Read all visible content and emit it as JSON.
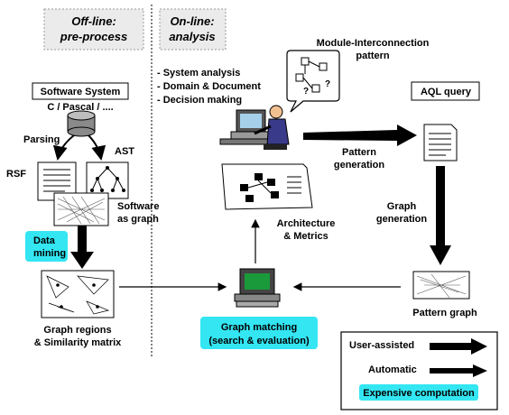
{
  "headers": {
    "offline_line1": "Off-line:",
    "offline_line2": "pre-process",
    "online_line1": "On-line:",
    "online_line2": "analysis"
  },
  "software_system": {
    "title": "Software System",
    "languages": "C / Pascal / ....",
    "parsing": "Parsing",
    "ast": "AST",
    "rsf": "RSF",
    "as_graph_1": "Software",
    "as_graph_2": "as graph",
    "data_mining_1": "Data",
    "data_mining_2": "mining",
    "regions_1": "Graph regions",
    "regions_2": "& Similarity matrix"
  },
  "online": {
    "activities": [
      "- System analysis",
      "- Domain & Document",
      "- Decision making"
    ],
    "module_pattern_1": "Module-Interconnection",
    "module_pattern_2": "pattern",
    "aql_query": "AQL query",
    "pattern_gen_1": "Pattern",
    "pattern_gen_2": "generation",
    "graph_gen_1": "Graph",
    "graph_gen_2": "generation",
    "pattern_graph": "Pattern graph",
    "arch_1": "Architecture",
    "arch_2": "& Metrics",
    "matching_1": "Graph matching",
    "matching_2": "(search & evaluation)"
  },
  "legend": {
    "user_assisted": "User-assisted",
    "automatic": "Automatic",
    "expensive": "Expensive computation"
  },
  "colors": {
    "highlight": "#33e6f2",
    "ink": "#000000",
    "monitor_screen": "#1a9a3a",
    "cylinder": "#8a8a8a"
  }
}
